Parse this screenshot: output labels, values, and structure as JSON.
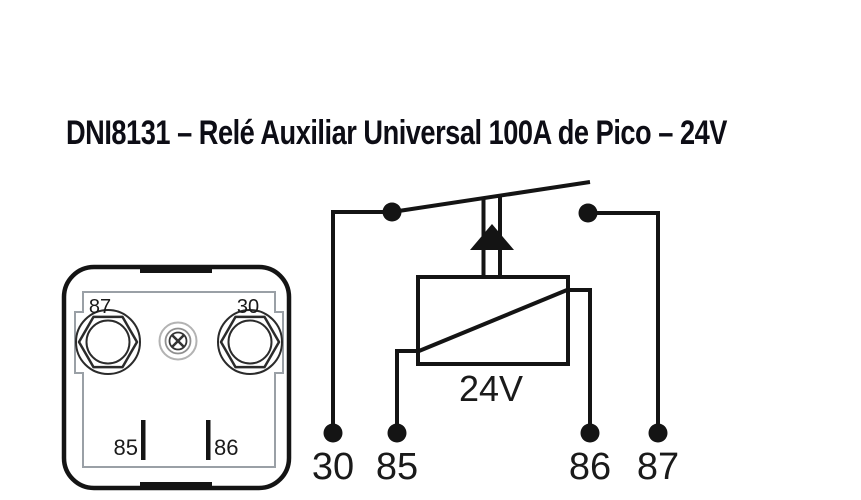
{
  "title": "DNI8131 – Relé Auxiliar Universal 100A de Pico – 24V",
  "colors": {
    "background": "#ffffff",
    "line_black": "#141414",
    "socket_outline_gray": "#9aa0a6",
    "label_text": "#1a1a1a"
  },
  "socket_view": {
    "stud_left_label": "87",
    "stud_right_label": "30",
    "blade_left_label": "85",
    "blade_right_label": "86"
  },
  "circuit": {
    "coil_voltage": "24V",
    "terminal_30": "30",
    "terminal_85": "85",
    "terminal_86": "86",
    "terminal_87": "87"
  }
}
